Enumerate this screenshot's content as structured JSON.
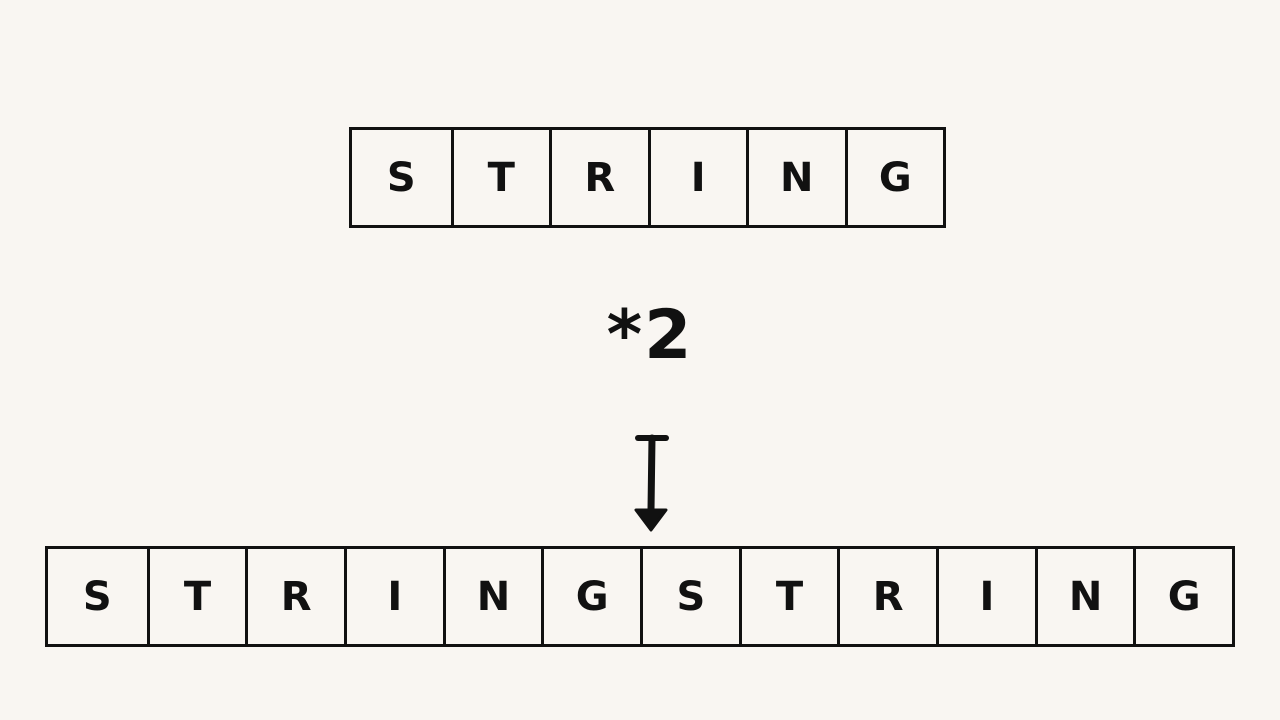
{
  "source": {
    "letters": [
      "S",
      "T",
      "R",
      "I",
      "N",
      "G"
    ]
  },
  "operation": {
    "label": "*2"
  },
  "result": {
    "letters": [
      "S",
      "T",
      "R",
      "I",
      "N",
      "G",
      "S",
      "T",
      "R",
      "I",
      "N",
      "G"
    ]
  },
  "colors": {
    "background": "#f9f6f2",
    "ink": "#111111"
  },
  "icons": {
    "arrow": "arrow-down-icon"
  }
}
